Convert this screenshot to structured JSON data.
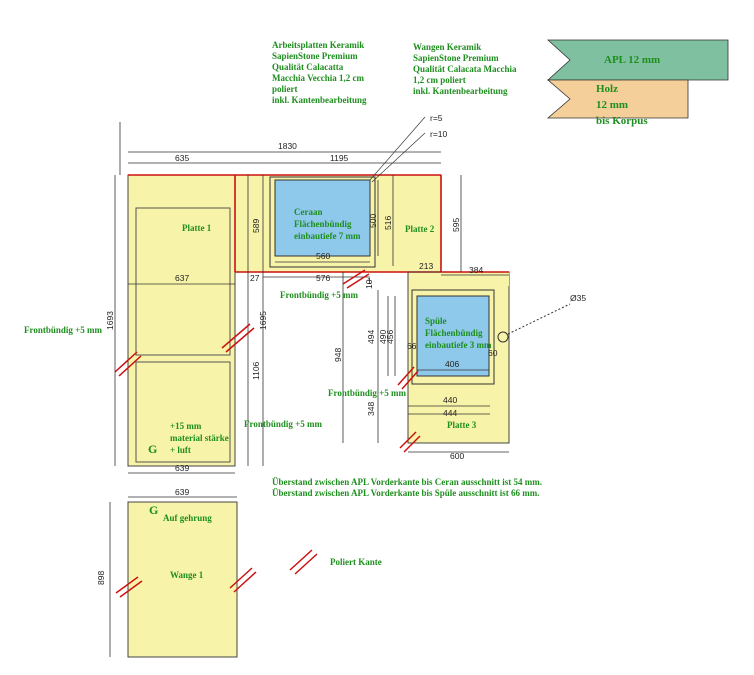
{
  "notes": {
    "arbeitsplatten": [
      "Arbeitsplatten Keramik",
      "SapienStone Premium",
      "Qualität Calacatta",
      "Macchia Vecchia 1,2 cm",
      "poliert",
      "inkl. Kantenbearbeitung"
    ],
    "wangen": [
      "Wangen Keramik",
      "SapienStone Premium",
      "Qualität Calacata Macchia",
      "1,2 cm poliert",
      "inkl. Kantenbearbeitung"
    ],
    "ueberstand": [
      "Überstand zwischen APL Vorderkante bis Ceran ausschnitt ist 54 mm.",
      "Überstand zwischen APL Vorderkante bis Spüle ausschnitt ist 66 mm."
    ]
  },
  "legend": {
    "apl": "APL 12 mm",
    "holz": [
      "Holz",
      "12 mm",
      "bis Korpus"
    ],
    "poliert": "Poliert Kante",
    "colors": {
      "apl": "#7fc0a0",
      "holz": "#f5cf9a",
      "panel": "#f7f3a8",
      "cutout": "#8ec8ea",
      "edge": "#cc1111",
      "text": "#1e8f1e"
    }
  },
  "labels": {
    "platte1": "Platte 1",
    "platte2": "Platte 2",
    "platte3": "Platte 3",
    "wange1": "Wange 1",
    "ceran": [
      "Ceraan",
      "Flächenbündig",
      "einbautiefe 7 mm"
    ],
    "spuele": [
      "Spüle",
      "Flächenbündig",
      "einbautiefe 3 mm"
    ],
    "frontbuendig": "Frontbündig +5 mm",
    "material": [
      "+15 mm",
      "material stärke",
      "+ luft"
    ],
    "g1": "G",
    "g2": "G",
    "aufgehrung": "Auf gehrung",
    "r5": "r=5",
    "r10": "r=10",
    "d35": "Ø35"
  },
  "dims": {
    "d1830": "1830",
    "d635": "635",
    "d1195": "1195",
    "d637": "637",
    "d639a": "639",
    "d639b": "639",
    "d1693": "1693",
    "d1695": "1695",
    "d1106": "1106",
    "d589": "589",
    "d500": "500",
    "d516": "516",
    "d560": "560",
    "d576": "576",
    "d213": "213",
    "d384": "384",
    "d595": "595",
    "d27": "27",
    "d948": "948",
    "d494": "494",
    "d490": "490",
    "d456": "456",
    "d348": "348",
    "d66": "66",
    "d406": "406",
    "d60": "60",
    "d440": "440",
    "d444": "444",
    "d600": "600",
    "d898": "898",
    "d1": "1",
    "d10": "10"
  }
}
